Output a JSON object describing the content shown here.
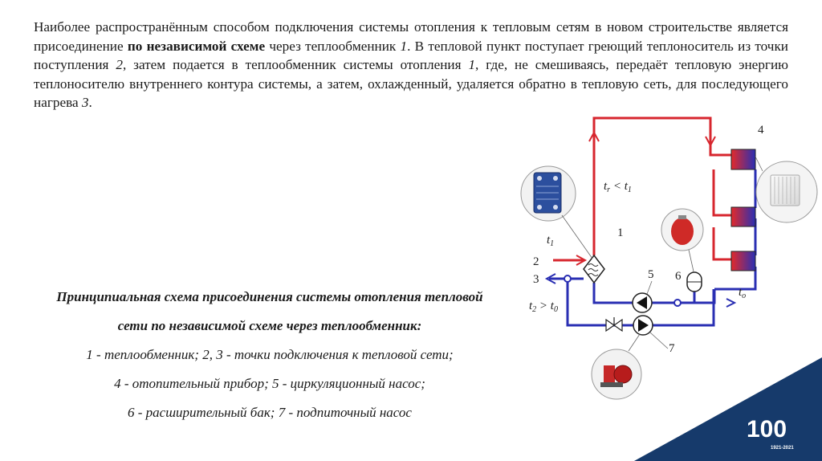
{
  "intro": {
    "p1": "Наиболее распространённым способом подключения системы отопления к тепловым сетям в новом строительстве является присоединение ",
    "bold": "по независимой схеме",
    "p2": " через теплообменник ",
    "n1": "1",
    "p3": ". В тепловой пункт поступает греющий теплоноситель из точки поступления ",
    "n2": "2",
    "p4": ", затем подается в теплообменник системы отопления ",
    "n3": "1",
    "p5": ", где, не смешиваясь, передаёт тепловую энергию теплоносителю внутреннего контура системы, а затем, охлажденный, удаляется обратно в тепловую сеть, для последующего нагрева ",
    "n4": "3",
    "p6": "."
  },
  "caption": {
    "title": "Принципиальная схема присоединения системы отопления тепловой сети по независимой схеме через теплообменник:",
    "line1": "1 - теплообменник; 2, 3 - точки подключения к тепловой сети;",
    "line2": "4 - отопительный прибор; 5 - циркуляционный насос;",
    "line3": "6 - расширительный бак; 7 - подпиточный насос"
  },
  "diagram": {
    "labels": {
      "n1": "1",
      "n2": "2",
      "n3": "3",
      "n4": "4",
      "n5": "5",
      "n6": "6",
      "n7": "7",
      "t1": "t",
      "t1_sub": "1",
      "tr_lt_t1": "t",
      "tr_sub": "r",
      "tr_rel": " < t",
      "tr_rel_sub": "1",
      "t2_gt_t0": "t",
      "t2_sub": "2",
      "t2_rel": " > t",
      "t2_rel_sub": "0",
      "to": "t",
      "to_sub": "o"
    },
    "colors": {
      "supply": "#d7262e",
      "return": "#2a2fb3",
      "logo_bg": "#163a6b"
    }
  },
  "logo": {
    "text": "100",
    "years": "1921-2021"
  }
}
